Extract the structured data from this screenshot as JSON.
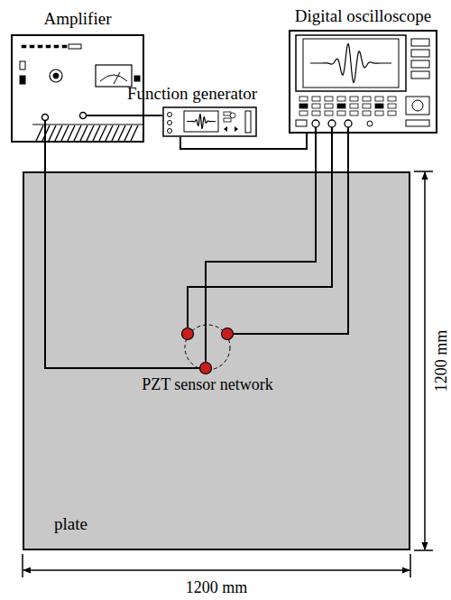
{
  "diagram": {
    "nodes": [
      {
        "text": [
          "Amplifier"
        ]
      },
      {
        "text": [
          "Function generator"
        ]
      },
      {
        "text": [
          "Digital oscilloscope"
        ]
      },
      {
        "text": [
          "plate"
        ]
      },
      {
        "text": [
          "PZT sensor network"
        ],
        "in": 3
      }
    ],
    "edges": [
      {
        "from": 0,
        "to": 1,
        "arrow": "none"
      },
      {
        "from": 1,
        "to": 2,
        "arrow": "none"
      },
      {
        "from": 2,
        "to": 4,
        "arrow": "none"
      },
      {
        "from": 2,
        "to": 4,
        "arrow": "none"
      },
      {
        "from": 2,
        "to": 4,
        "arrow": "none"
      },
      {
        "from": 0,
        "to": 4,
        "arrow": "none"
      }
    ],
    "labels": [
      "1200 mm",
      "1200 mm"
    ]
  }
}
